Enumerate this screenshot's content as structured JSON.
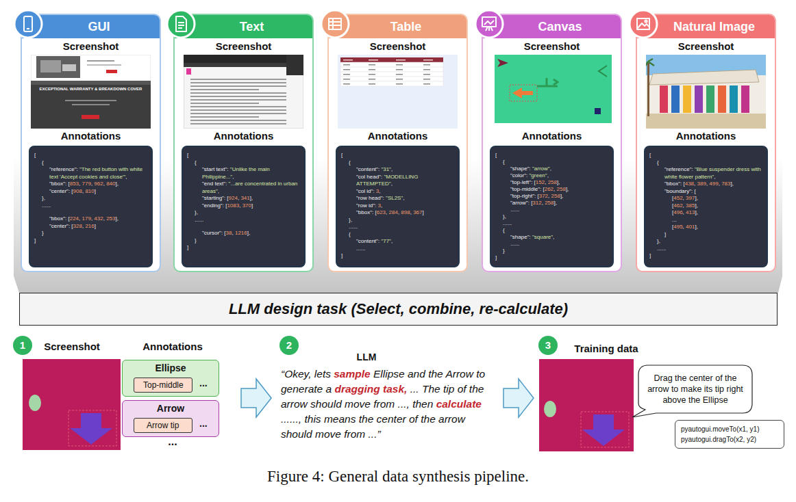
{
  "diagram": {
    "caption": "Figure 4: General data synthesis pipeline.",
    "nodes": [
      {
        "text": [
          "GUI",
          "Screenshot",
          "Annotations"
        ]
      },
      {
        "text": [
          "[",
          "{",
          "\"reference\": \"The red button with white text 'Accept cookies and close'\",",
          "\"bbox\": [853, 779, 962, 840],",
          "\"center\": [908, 810]",
          "},",
          "......",
          "\"bbox\": [224, 179, 432, 253],",
          "\"center\": [328, 216]",
          "}",
          "]"
        ],
        "in": 0
      },
      {
        "text": [
          "Text",
          "Screenshot",
          "Annotations"
        ]
      },
      {
        "text": [
          "[",
          "{",
          "\"start text\": \"Unlike the main Philippine...\",",
          "\"end text\": \"...are concentrated in urban areas\",",
          "\"starting\": [924, 341],",
          "\"ending\": [1083, 370]",
          "},",
          "......",
          "\"cursor\": [38, 1216],",
          "}",
          "]"
        ],
        "in": 2
      },
      {
        "text": [
          "Table",
          "Screenshot",
          "Annotations"
        ]
      },
      {
        "text": [
          "[",
          "{",
          "\"content\": \"31\",",
          "\"col head\": \"MODELLING ATTEMPTED\",",
          "\"col id\": 3,",
          "\"row head\": \"SL2S\",",
          "\"row id\": 3,",
          "\"bbox\": [623, 284, 898, 367]",
          "},",
          "......",
          "{",
          "\"content\": \"77\",",
          "......",
          "]"
        ],
        "in": 4
      },
      {
        "text": [
          "Canvas",
          "Screenshot",
          "Annotations"
        ]
      },
      {
        "text": [
          "[",
          "{",
          "\"shape\": \"arrow\",",
          "\"color\": \"green\",",
          "\"top-left\": [152, 258],",
          "\"top-middle\": [262, 258],",
          "\"top-right\": [372, 258],",
          "\"arrow\": [312, 258],",
          "......",
          "},",
          "......",
          "{",
          "\"shape\": \"square\",",
          "......",
          "}",
          "]"
        ],
        "in": 6
      },
      {
        "text": [
          "Natural Image",
          "Screenshot",
          "Annotations"
        ]
      },
      {
        "text": [
          "[",
          "{",
          "\"reference\": \"Blue suspender dress with white flower pattern\",",
          "\"bbox\": [438, 389, 499, 783],",
          "\"boundary\": [",
          "[452, 397],",
          "[462, 385],",
          "[496, 413],",
          "...",
          "[495, 401],",
          "]",
          "},",
          "......",
          "]"
        ],
        "in": 8
      },
      {
        "text": [
          "LLM design task (Select, combine, re-calculate)"
        ]
      },
      {
        "text": [
          "1"
        ]
      },
      {
        "text": [
          "Ellipse",
          "..."
        ]
      },
      {
        "text": [
          "Top-middle"
        ],
        "in": 12
      },
      {
        "text": [
          "Arrow",
          "..."
        ]
      },
      {
        "text": [
          "Arrow tip"
        ],
        "in": 14
      },
      {
        "text": [
          "2"
        ]
      },
      {
        "text": [
          "3"
        ]
      },
      {
        "text": [
          "Drag the center of the arrow to make its tip right above the Ellipse"
        ]
      },
      {
        "text": [
          "pyautogui.moveTo(x1, y1)",
          "pyautogui.dragTo(x2, y2)"
        ]
      }
    ],
    "labels": [
      "EXCEPTIONAL WARRANTY & BREAKDOWN COVER",
      "Screenshot",
      "Annotations",
      "...",
      "LLM",
      "“Okey, lets sample Ellipse and the Arrow to generate a dragging task, ... The tip of the arrow should move from ..., then calculate ......, this means the center of the arrow should move from ...”",
      "Training data"
    ]
  }
}
